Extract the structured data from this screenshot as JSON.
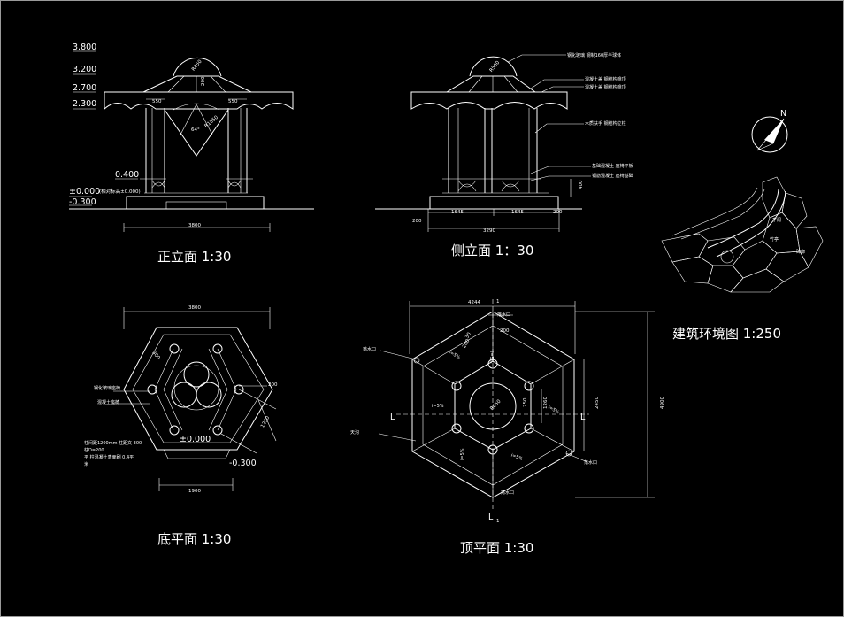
{
  "titles": {
    "front": "正立面   1:30",
    "side": "侧立面 1：30",
    "bottom": "底平面  1:30",
    "top": "顶平面  1:30",
    "site": "建筑环境图 1:250"
  },
  "front_view": {
    "levels": [
      "3.800",
      "3.200",
      "2.700",
      "2.300",
      "0.400",
      "±0.000",
      "-0.300"
    ],
    "dims": [
      "550",
      "550",
      "3800",
      "R450",
      "200",
      "R1850",
      "64°"
    ],
    "note": "(相对标高±0.000)"
  },
  "side_view": {
    "dims": [
      "200",
      "1645",
      "1645",
      "200",
      "3290",
      "400",
      "R500"
    ],
    "callouts": [
      "钢化玻璃 钢制160厚半球体",
      "混凝土盖 钢结构檐顶",
      "混凝土盖 钢结构檐顶",
      "木质扶手 钢结构立柱",
      "基础混凝土 座椅平板",
      "钢筋混凝土 座椅基础"
    ]
  },
  "bottom_plan": {
    "dims": [
      "3800",
      "300",
      "200",
      "1250",
      "1900"
    ],
    "levels": [
      "±0.000",
      "-0.300"
    ],
    "labels": [
      "钢化玻璃座椅",
      "混凝土座椅"
    ],
    "notes": [
      "柱间距1200mm 柱距文 300",
      "柱D=200",
      "平 柱混凝土表面刷 0.4平",
      "米"
    ]
  },
  "top_plan": {
    "dims": [
      "4244",
      "200",
      "200",
      "1260",
      "750",
      "2450",
      "4900",
      "R450",
      "30"
    ],
    "labels": [
      "落水口",
      "落水口",
      "落水口",
      "落水口",
      "天沟"
    ],
    "slopes": [
      "i=5%",
      "i=5%",
      "i=5%",
      "i=5%",
      "i=5%",
      "i=5%"
    ],
    "section_marks": [
      "L",
      "L",
      "L",
      "1",
      "1"
    ]
  },
  "site": {
    "north": "N",
    "labels": [
      "亭阁",
      "竹亭",
      "碑廊"
    ]
  }
}
